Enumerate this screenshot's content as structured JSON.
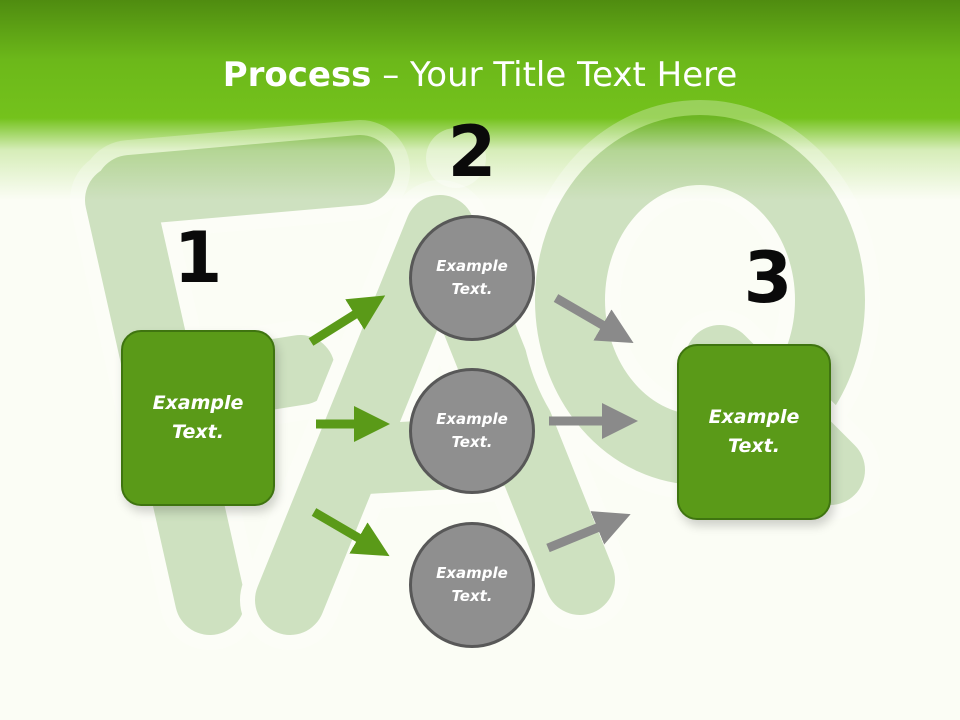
{
  "slide": {
    "title_bold": "Process",
    "title_rest": " – Your Title Text Here"
  },
  "steps": [
    {
      "number": "1",
      "label": "Example\nText."
    },
    {
      "number": "2",
      "label": ""
    },
    {
      "number": "3",
      "label": "Example\nText."
    }
  ],
  "circles": [
    {
      "label": "Example\nText."
    },
    {
      "label": "Example\nText."
    },
    {
      "label": "Example\nText."
    }
  ],
  "colors": {
    "header": "#6cb81a",
    "box_fill": "#5a9a18",
    "circle_fill": "#8f8f8f",
    "arrow_green": "#5a9a18",
    "arrow_gray": "#8a8a8a"
  }
}
